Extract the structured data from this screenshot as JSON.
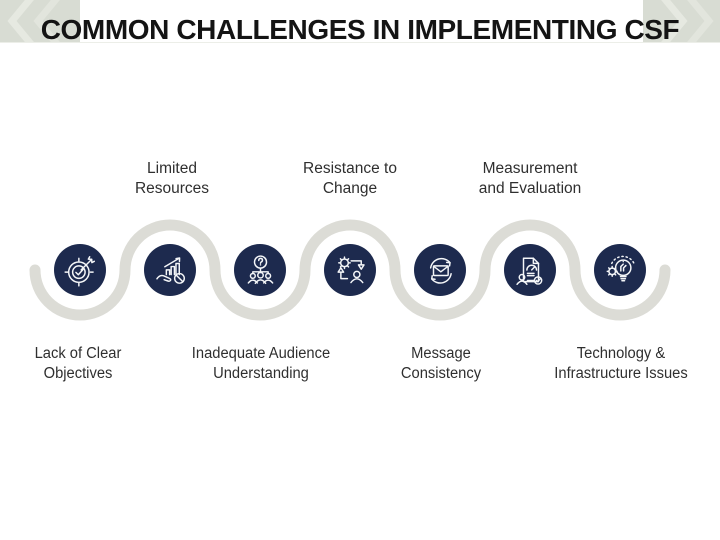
{
  "title": "COMMON CHALLENGES IN IMPLEMENTING CSF",
  "challenges": [
    {
      "label": "Lack of Clear\nObjectives",
      "label_position": "below",
      "icon": "target-dart-icon"
    },
    {
      "label": "Limited\nResources",
      "label_position": "above",
      "icon": "resources-chart-icon"
    },
    {
      "label": "Inadequate Audience\nUnderstanding",
      "label_position": "below",
      "icon": "audience-question-icon"
    },
    {
      "label": "Resistance to\nChange",
      "label_position": "above",
      "icon": "change-gear-person-icon"
    },
    {
      "label": "Message\nConsistency",
      "label_position": "below",
      "icon": "envelope-refresh-icon"
    },
    {
      "label": "Measurement\nand Evaluation",
      "label_position": "above",
      "icon": "report-gauge-icon"
    },
    {
      "label": "Technology &\nInfrastructure Issues",
      "label_position": "below",
      "icon": "lightbulb-gear-icon"
    }
  ],
  "colors": {
    "background": "#ffffff",
    "navy": "#1d2a4e",
    "wave_gray": "#dcdcd6",
    "corner_gray": "#d8dcd3",
    "chevron_light": "#e6e9e1",
    "title_color": "#141414",
    "label_color": "#2f2f2f",
    "icon_stroke": "#f4f6f8"
  }
}
